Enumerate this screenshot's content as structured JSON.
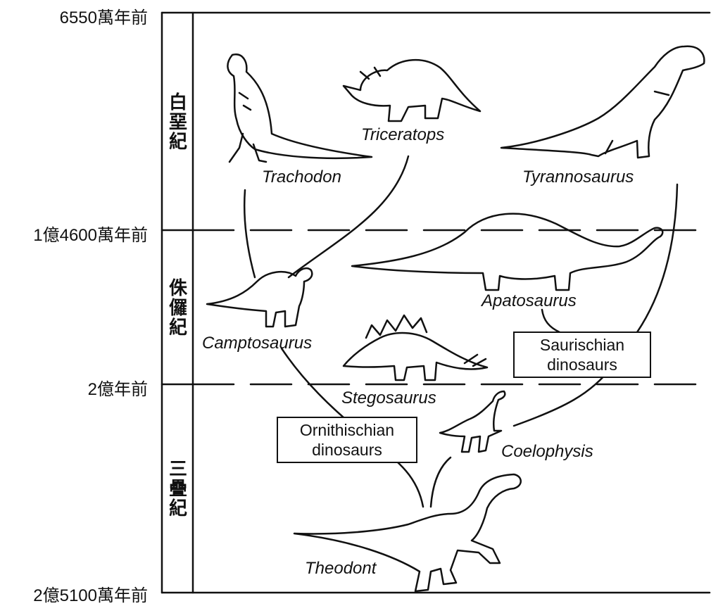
{
  "timeline": {
    "t0": "6550萬年前",
    "t1": "1億4600萬年前",
    "t2": "2億年前",
    "t3": "2億5100萬年前"
  },
  "periods": {
    "cretaceous": "白堊紀",
    "jurassic": "侏儸紀",
    "triassic": "三疊紀"
  },
  "species": {
    "trachodon": "Trachodon",
    "triceratops": "Triceratops",
    "tyrannosaurus": "Tyrannosaurus",
    "apatosaurus": "Apatosaurus",
    "camptosaurus": "Camptosaurus",
    "stegosaurus": "Stegosaurus",
    "coelophysis": "Coelophysis",
    "theodont": "Theodont"
  },
  "groups": {
    "saurischian_line1": "Saurischian",
    "saurischian_line2": "dinosaurs",
    "ornithischian_line1": "Ornithischian",
    "ornithischian_line2": "dinosaurs"
  }
}
